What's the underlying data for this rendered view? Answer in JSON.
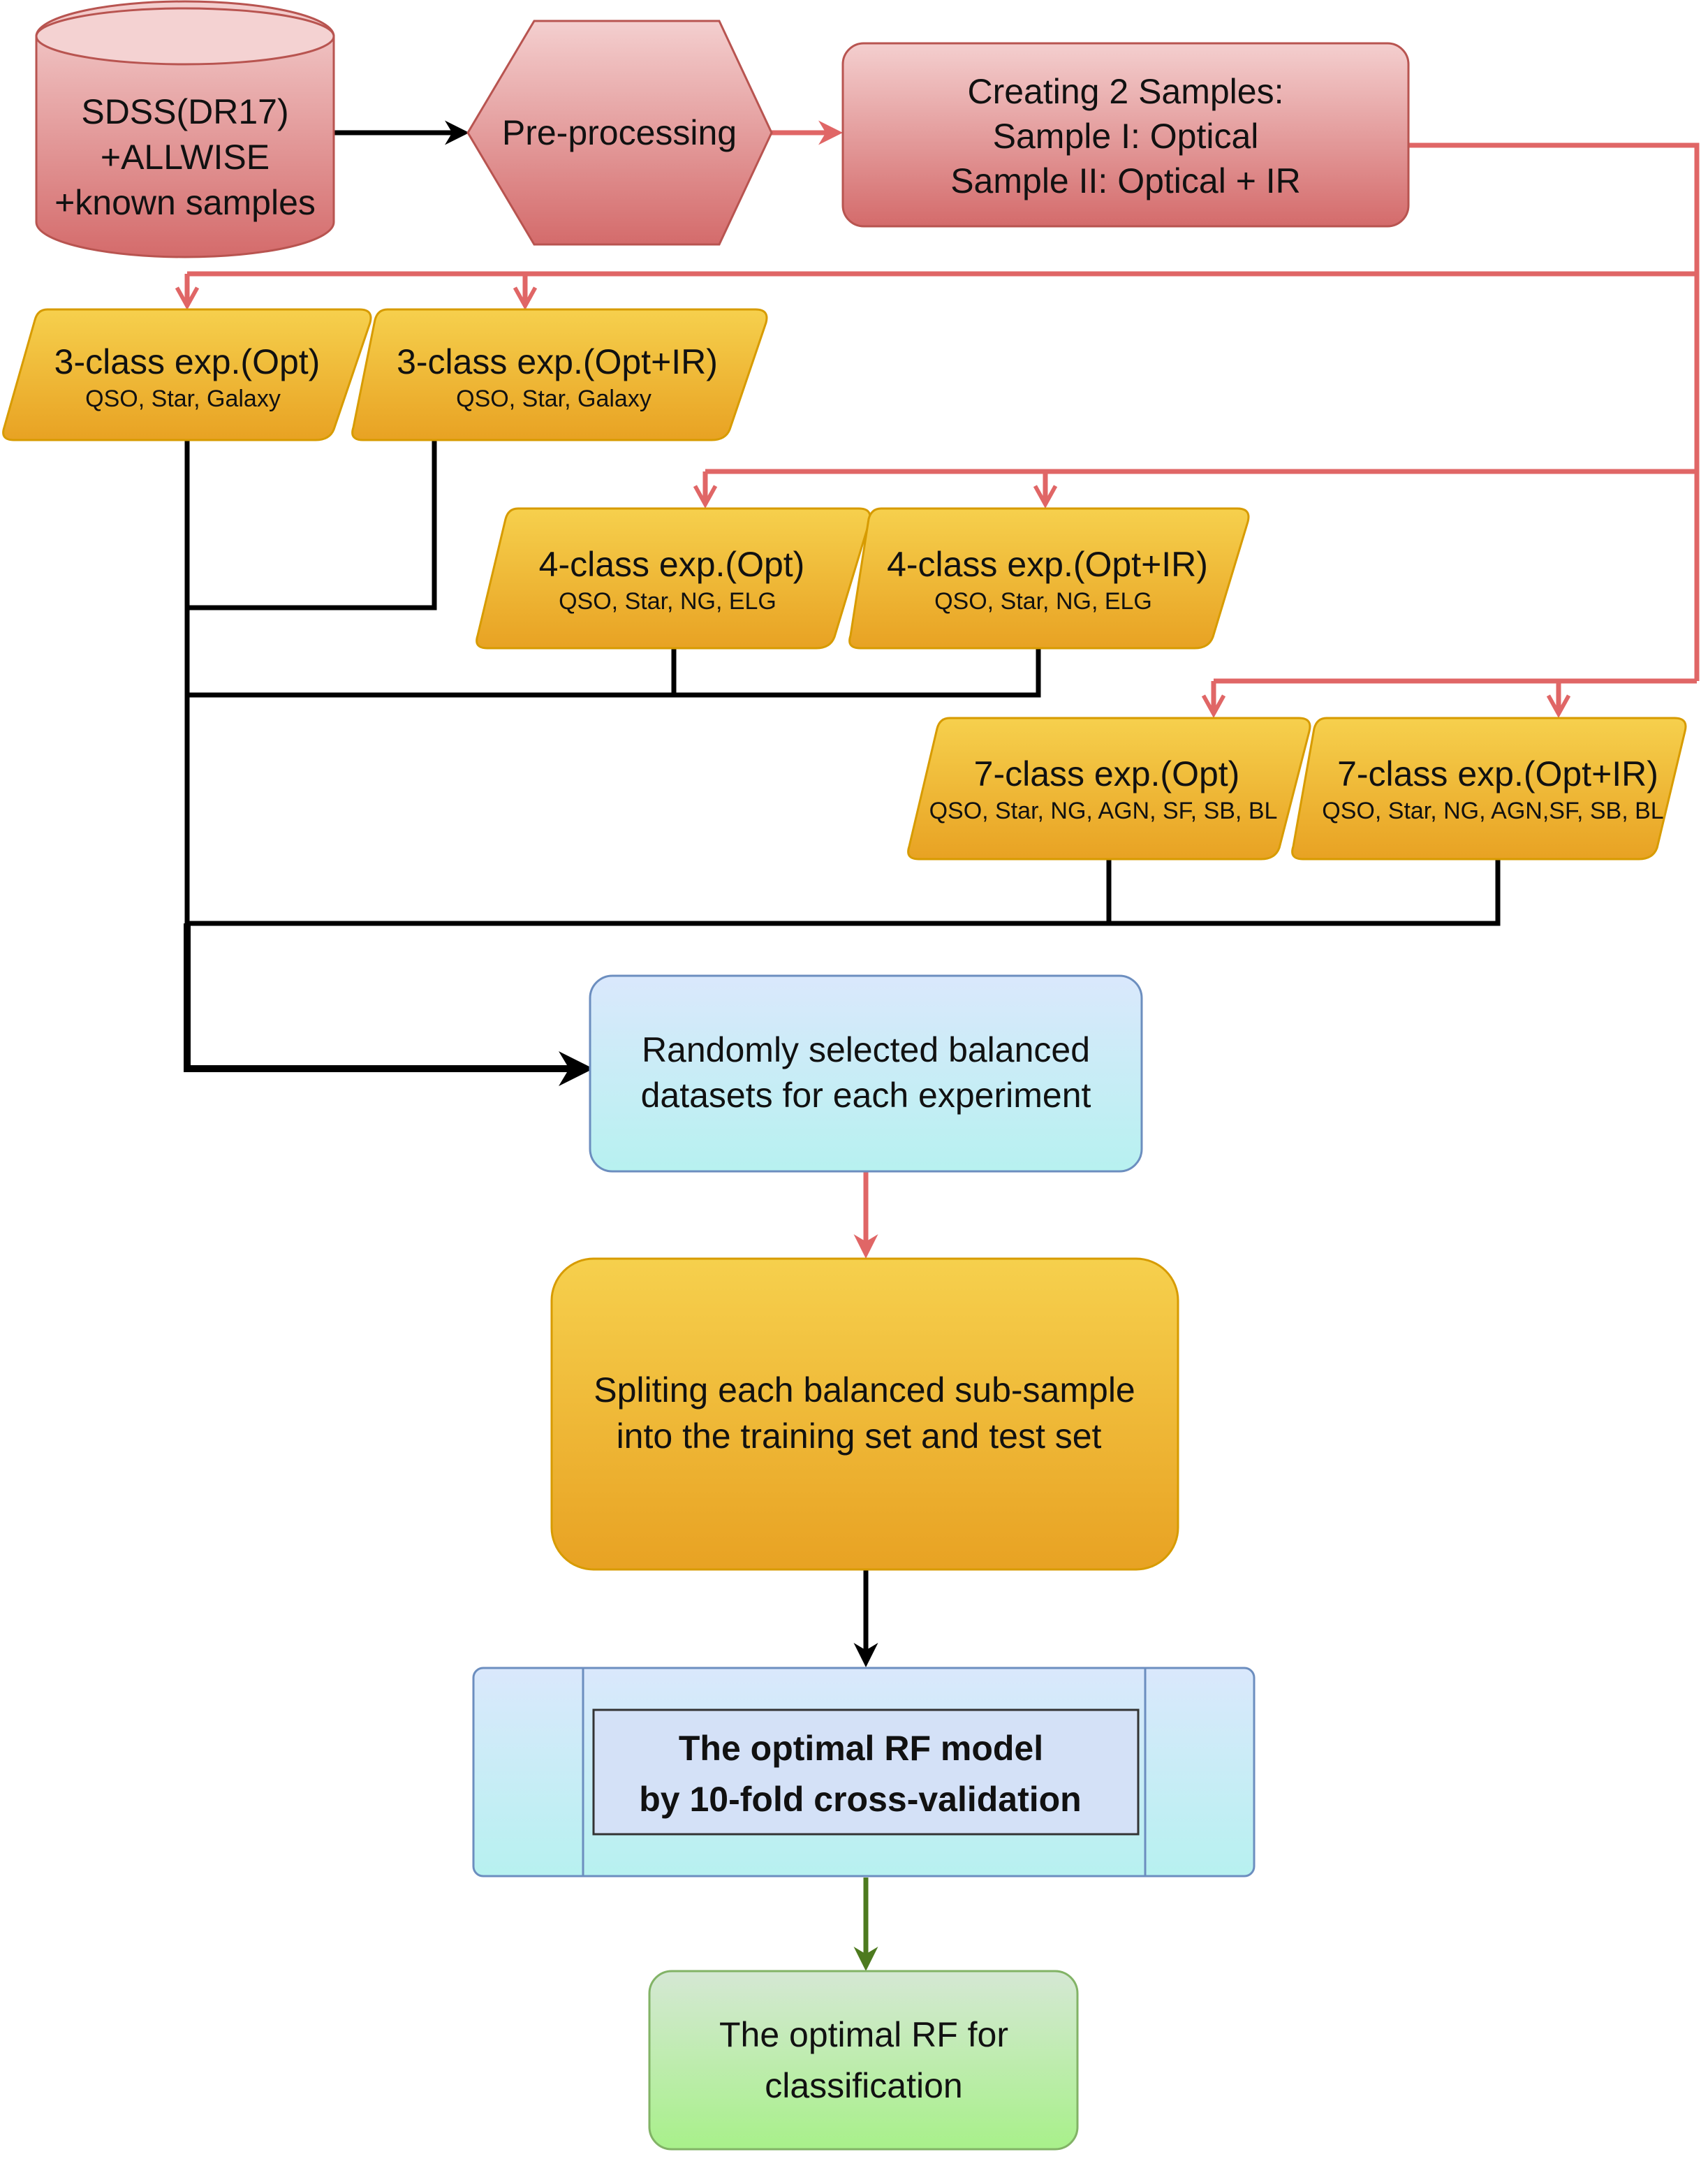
{
  "colors": {
    "red_edge": "#b85450",
    "red_arrow": "#e06666",
    "orange_edge": "#d79b00",
    "blue_edge": "#6c8ebf",
    "green_edge": "#82b366",
    "green_arrow": "#4d7a1f",
    "black_arrow": "#000000"
  },
  "nodes": {
    "source": {
      "lines": [
        "SDSS(DR17)",
        "+ALLWISE",
        "+known samples"
      ]
    },
    "preprocess": {
      "label": "Pre-processing"
    },
    "samples": {
      "lines": [
        "Creating 2 Samples:",
        "Sample I: Optical",
        "Sample II: Optical + IR"
      ]
    },
    "exp3_opt": {
      "title": "3-class exp.(Opt)",
      "classes": "QSO, Star, Galaxy"
    },
    "exp3_optir": {
      "title": "3-class exp.(Opt+IR)",
      "classes": "QSO, Star, Galaxy"
    },
    "exp4_opt": {
      "title": "4-class exp.(Opt)",
      "classes": "QSO, Star, NG, ELG"
    },
    "exp4_optir": {
      "title": "4-class exp.(Opt+IR)",
      "classes": "QSO, Star, NG, ELG"
    },
    "exp7_opt": {
      "title": "7-class exp.(Opt)",
      "classes": "QSO, Star, NG, AGN, SF, SB, BL"
    },
    "exp7_optir": {
      "title": "7-class exp.(Opt+IR)",
      "classes": "QSO, Star, NG, AGN,SF, SB, BL"
    },
    "balanced": {
      "lines": [
        "Randomly selected balanced",
        "datasets for each experiment"
      ]
    },
    "split": {
      "lines": [
        "Spliting each balanced sub-sample",
        "into the training set and test set"
      ]
    },
    "optimal_model": {
      "lines": [
        "The optimal RF model",
        "by 10-fold cross-validation"
      ]
    },
    "result": {
      "lines": [
        "The optimal RF for",
        "classification"
      ]
    }
  }
}
